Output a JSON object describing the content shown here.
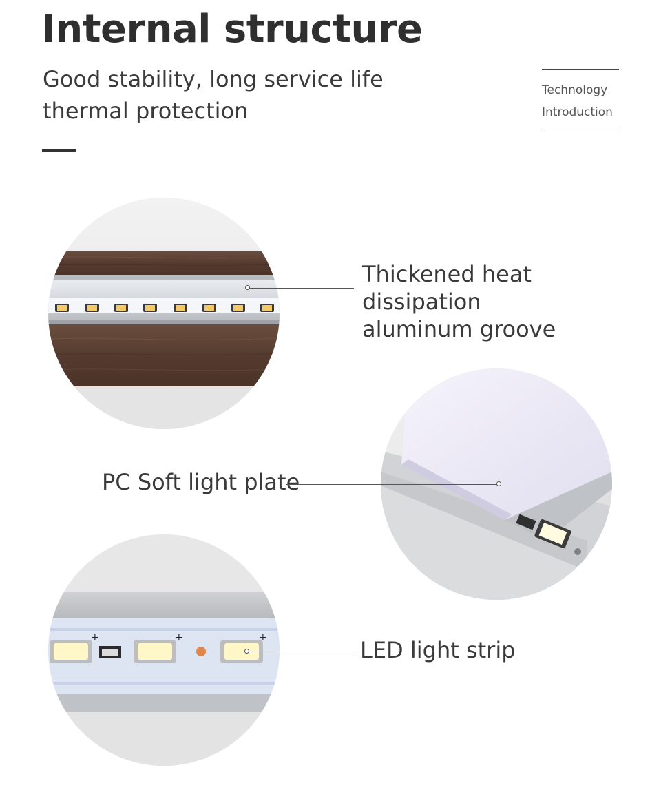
{
  "header": {
    "title": "Internal structure",
    "subtitle_line1": "Good stability, long service life",
    "subtitle_line2": "thermal protection",
    "tech_line1": "Technology",
    "tech_line2": "Introduction"
  },
  "callouts": [
    {
      "line1": "Thickened heat dissipation",
      "line2": "aluminum groove"
    },
    {
      "line1": "PC Soft light plate"
    },
    {
      "line1": "LED light strip"
    }
  ],
  "colors": {
    "wood": "#5e4436",
    "aluminum": "#c9cbce",
    "led_warm": "#f3c96a",
    "led_cool": "#fffbe0",
    "pcb": "#dfe6f3"
  }
}
